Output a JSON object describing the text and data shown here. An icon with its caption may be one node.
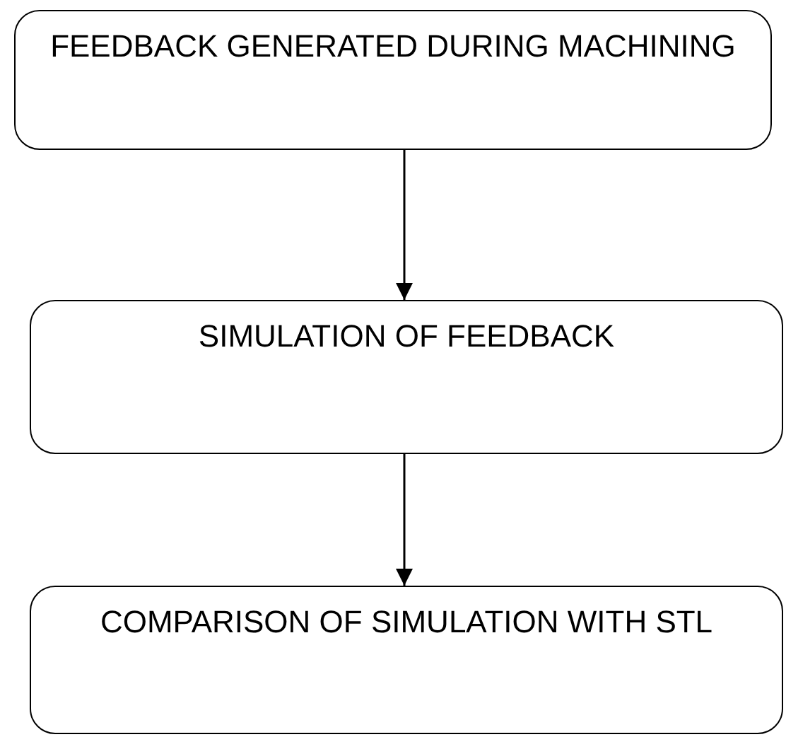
{
  "diagram": {
    "nodes": [
      {
        "text": [
          "FEEDBACK GENERATED DURING MACHINING"
        ]
      },
      {
        "text": [
          "SIMULATION OF FEEDBACK"
        ]
      },
      {
        "text": [
          "COMPARISON OF SIMULATION WITH STL"
        ]
      }
    ],
    "edges": [
      {
        "from": 0,
        "to": 1,
        "arrow": "to"
      },
      {
        "from": 1,
        "to": 2,
        "arrow": "to"
      }
    ]
  }
}
